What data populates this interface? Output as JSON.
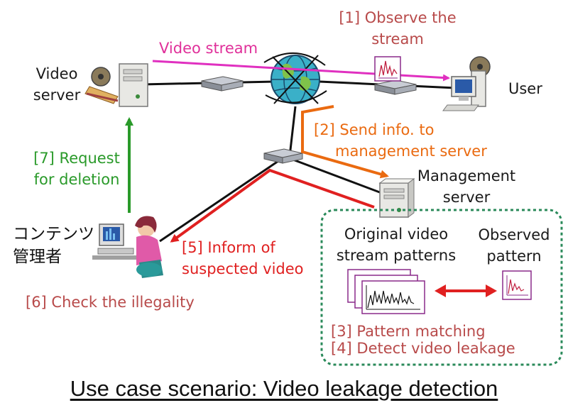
{
  "title": "Use case scenario: Video leakage detection",
  "nodes": {
    "video_server": {
      "label_line1": "Video",
      "label_line2": "server"
    },
    "user": {
      "label": "User"
    },
    "management_server": {
      "label_line1": "Management",
      "label_line2": "server"
    },
    "content_manager": {
      "label_line1": "コンテンツ",
      "label_line2": "管理者"
    }
  },
  "flows": {
    "video_stream": "Video stream",
    "step1_line1": "[1] Observe the",
    "step1_line2": "stream",
    "step2_line1": "[2] Send info. to",
    "step2_line2": "management server",
    "step5_line1": "[5] Inform of",
    "step5_line2": "suspected video",
    "step6": "[6] Check the illegality",
    "step7_line1": "[7] Request",
    "step7_line2": "for deletion"
  },
  "management_box": {
    "original_line1": "Original video",
    "original_line2": "stream patterns",
    "observed_line1": "Observed",
    "observed_line2": "pattern",
    "step3": "[3] Pattern matching",
    "step4": "[4] Detect video leakage"
  },
  "colors": {
    "video_stream": "#e030c0",
    "step_text": "#b84a4a",
    "send_info": "#ea6a10",
    "inform": "#e02020",
    "request": "#2a9a2a",
    "box_border": "#2a8a5a",
    "pattern_frame": "#8a2a8a"
  }
}
